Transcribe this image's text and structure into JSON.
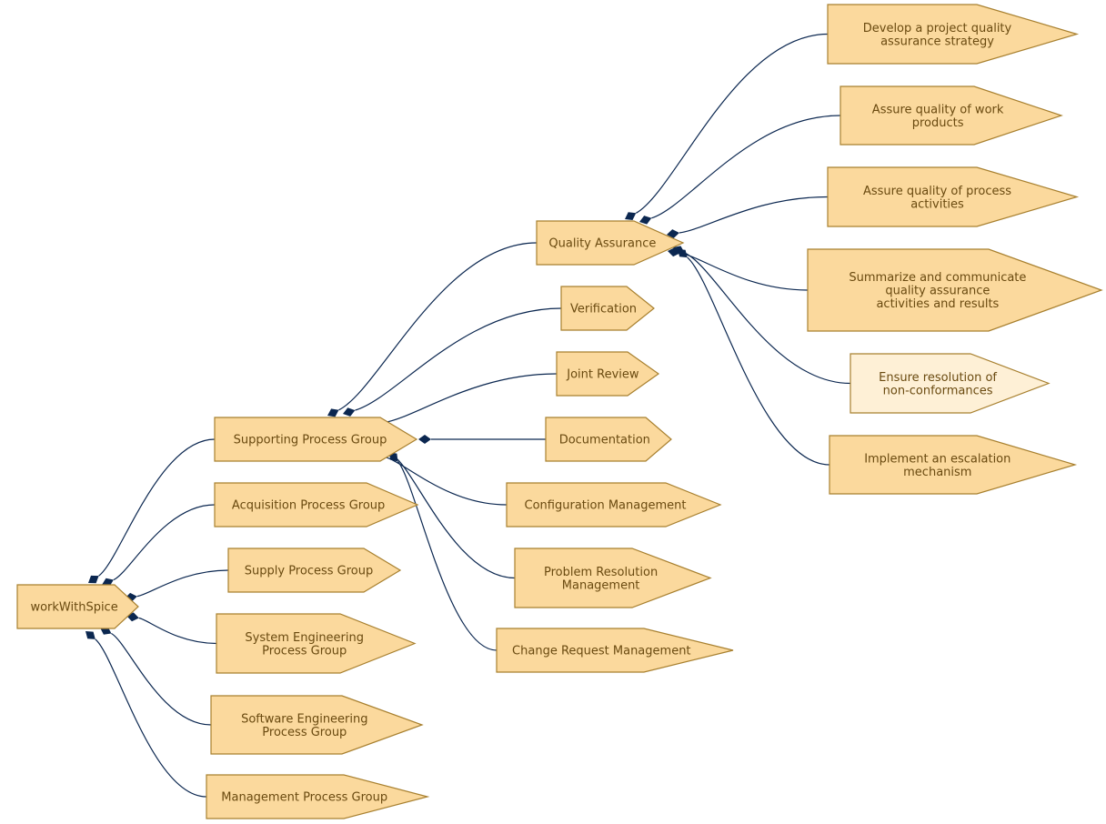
{
  "colors": {
    "node_fill": "#fbd99d",
    "node_fill_highlight": "#fef0d6",
    "node_stroke": "#a8802f",
    "node_text": "#6a4a10",
    "edge": "#0b2750"
  },
  "nodes": [
    {
      "id": "root",
      "lines": [
        "workWithSpice"
      ]
    },
    {
      "id": "supporting",
      "lines": [
        "Supporting Process Group"
      ]
    },
    {
      "id": "acquisition",
      "lines": [
        "Acquisition Process Group"
      ]
    },
    {
      "id": "supply",
      "lines": [
        "Supply Process Group"
      ]
    },
    {
      "id": "syseng",
      "lines": [
        "System Engineering",
        "Process Group"
      ]
    },
    {
      "id": "sweng",
      "lines": [
        "Software Engineering",
        "Process Group"
      ]
    },
    {
      "id": "management",
      "lines": [
        "Management Process Group"
      ]
    },
    {
      "id": "qa",
      "lines": [
        "Quality Assurance"
      ]
    },
    {
      "id": "verification",
      "lines": [
        "Verification"
      ]
    },
    {
      "id": "joint",
      "lines": [
        "Joint Review"
      ]
    },
    {
      "id": "documentation",
      "lines": [
        "Documentation"
      ]
    },
    {
      "id": "config",
      "lines": [
        "Configuration Management"
      ]
    },
    {
      "id": "problem",
      "lines": [
        "Problem Resolution",
        "Management"
      ]
    },
    {
      "id": "change",
      "lines": [
        "Change Request Management"
      ]
    },
    {
      "id": "qa1",
      "lines": [
        "Develop a project quality",
        "assurance strategy"
      ]
    },
    {
      "id": "qa2",
      "lines": [
        "Assure quality of work",
        "products"
      ]
    },
    {
      "id": "qa3",
      "lines": [
        "Assure quality of process",
        "activities"
      ]
    },
    {
      "id": "qa4",
      "lines": [
        "Summarize and communicate",
        "quality assurance",
        "activities and results"
      ]
    },
    {
      "id": "qa5",
      "lines": [
        "Ensure resolution of",
        "non-conformances"
      ],
      "highlight": true
    },
    {
      "id": "qa6",
      "lines": [
        "Implement an escalation",
        "mechanism"
      ]
    }
  ],
  "edges": [
    {
      "from": "root",
      "to": "supporting"
    },
    {
      "from": "root",
      "to": "acquisition"
    },
    {
      "from": "root",
      "to": "supply"
    },
    {
      "from": "root",
      "to": "syseng"
    },
    {
      "from": "root",
      "to": "sweng"
    },
    {
      "from": "root",
      "to": "management"
    },
    {
      "from": "supporting",
      "to": "qa"
    },
    {
      "from": "supporting",
      "to": "verification"
    },
    {
      "from": "supporting",
      "to": "joint"
    },
    {
      "from": "supporting",
      "to": "documentation"
    },
    {
      "from": "supporting",
      "to": "config"
    },
    {
      "from": "supporting",
      "to": "problem"
    },
    {
      "from": "supporting",
      "to": "change"
    },
    {
      "from": "qa",
      "to": "qa1"
    },
    {
      "from": "qa",
      "to": "qa2"
    },
    {
      "from": "qa",
      "to": "qa3"
    },
    {
      "from": "qa",
      "to": "qa4"
    },
    {
      "from": "qa",
      "to": "qa5"
    },
    {
      "from": "qa",
      "to": "qa6"
    }
  ]
}
